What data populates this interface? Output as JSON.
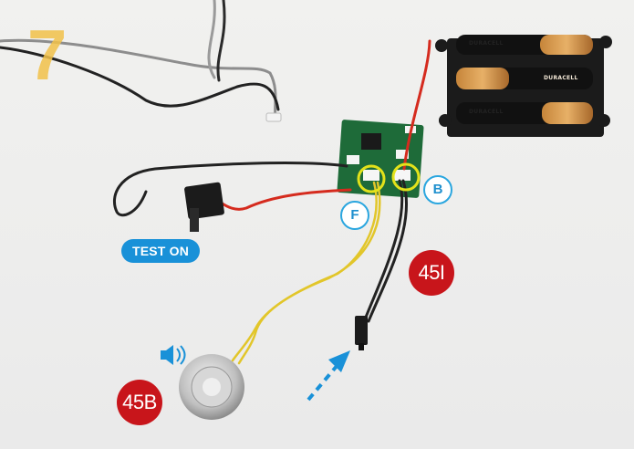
{
  "step_number": "7",
  "labels": {
    "connector_f": "F",
    "connector_b": "B",
    "test_on": "TEST ON",
    "part_button": "45I",
    "part_speaker": "45B"
  },
  "battery_brand": "DURACELL",
  "colors": {
    "step_number": "#f2c24a",
    "pill": "#1991d8",
    "badge_ring": "#2aa6df",
    "part_badge": "#c8151b",
    "wire_yellow": "#e2c62a",
    "wire_red": "#d52b1e",
    "wire_black": "#222222",
    "board": "#1e6b39"
  },
  "icons": {
    "speaker": "speaker-sound-icon",
    "arrow": "dashed-arrow-icon"
  }
}
